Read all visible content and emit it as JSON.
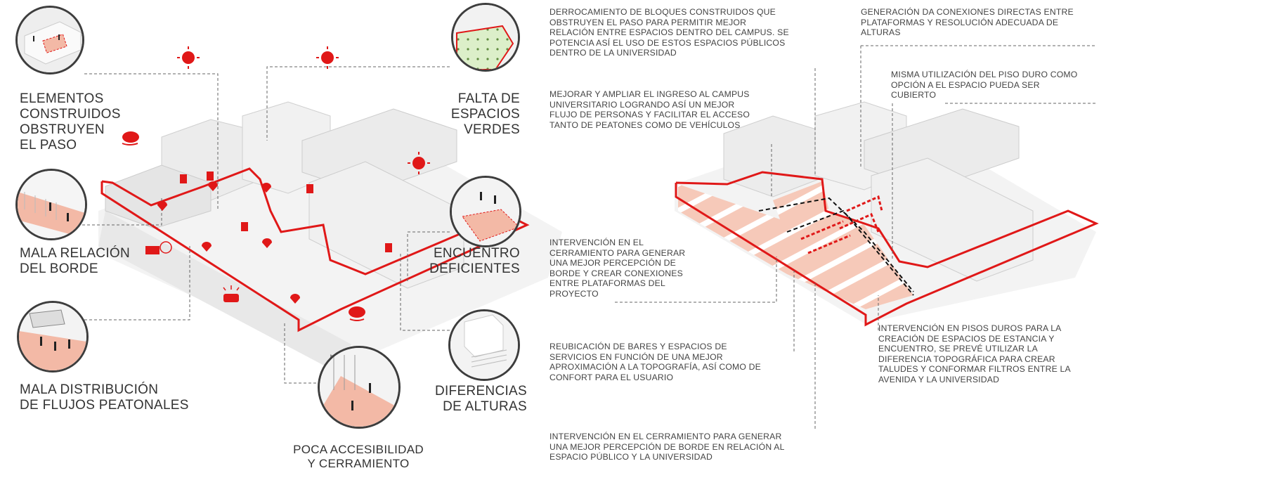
{
  "left_labels": {
    "obstruction": [
      "ELEMENTOS",
      "CONSTRUIDOS",
      "OBSTRUYEN",
      "EL PASO"
    ],
    "edge": [
      "MALA RELACIÓN",
      "DEL BORDE"
    ],
    "flows": [
      "MALA DISTRIBUCIÓN",
      "DE FLUJOS PEATONALES"
    ],
    "green": [
      "FALTA DE",
      "ESPACIOS VERDES"
    ],
    "meeting": [
      "ENCUENTRO",
      "DEFICIENTES"
    ],
    "heights": [
      "DIFERENCIAS",
      "DE ALTURAS"
    ],
    "access": [
      "POCA ACCESIBILIDAD",
      "Y CERRAMIENTO"
    ]
  },
  "notes": {
    "demolition": [
      "DERROCAMIENTO DE BLOQUES CONSTRUIDOS QUE",
      "OBSTRUYEN EL PASO PARA PERMITIR MEJOR",
      "RELACIÓN ENTRE ESPACIOS DENTRO DEL CAMPUS. SE",
      "POTENCIA ASÍ EL USO DE ESTOS ESPACIOS PÚBLICOS",
      "DENTRO DE LA UNIVERSIDAD"
    ],
    "entrance": [
      "MEJORAR Y AMPLIAR EL INGRESO AL CAMPUS",
      "UNIVERSITARIO LOGRANDO ASÍ UN MEJOR",
      "FLUJO DE PERSONAS Y FACILITAR EL ACCESO",
      "TANTO DE PEATONES COMO DE VEHÍCULOS"
    ],
    "enclosure_platforms": [
      "INTERVENCIÓN EN EL",
      "CERRAMIENTO PARA GENERAR",
      "UNA MEJOR PERCEPCIÓN DE",
      "BORDE Y CREAR CONEXIONES",
      "ENTRE PLATAFORMAS DEL",
      "PROYECTO"
    ],
    "bars": [
      "REUBICACIÓN DE BARES Y ESPACIOS DE",
      "SERVICIOS EN FUNCIÓN DE UNA MEJOR",
      "APROXIMACIÓN A LA TOPOGRAFÍA, ASÍ COMO DE",
      "CONFORT PARA EL USUARIO"
    ],
    "enclosure_public": [
      "INTERVENCIÓN EN EL CERRAMIENTO PARA GENERAR",
      "UNA MEJOR PERCEPCIÓN DE BORDE EN RELACIÓN AL",
      "ESPACIO PÚBLICO Y LA UNIVERSIDAD"
    ],
    "connections": [
      "GENERACIÓN DA CONEXIONES DIRECTAS ENTRE",
      "PLATAFORMAS Y RESOLUCIÓN ADECUADA DE",
      "ALTURAS"
    ],
    "hard_floor": [
      "MISMA UTILIZACIÓN DEL PISO DURO COMO",
      "OPCIÓN A EL ESPACIO PUEDA SER",
      "CUBIERTO"
    ],
    "hard_floors_stay": [
      "INTERVENCIÓN EN PISOS DUROS PARA LA",
      "CREACIÓN DE ESPACIOS DE ESTANCIA Y",
      "ENCUENTRO, SE PREVÉ UTILIZAR LA",
      "DIFERENCIA TOPOGRÁFICA PARA CREAR",
      "TALUDES Y CONFORMAR FILTROS ENTRE LA",
      "AVENIDA Y LA UNIVERSIDAD"
    ]
  },
  "colors": {
    "accent_red": "#e01818",
    "salmon": "#f3b9a6",
    "building": "#ececec",
    "building_shade": "#d9d9d9",
    "outline": "#3d3d3d"
  },
  "icons": [
    "sun-icon",
    "cloud-wind-icon",
    "rain-cloud-icon",
    "car-alarm-icon",
    "vehicle-icon",
    "red-marker-icon",
    "person-icon"
  ]
}
